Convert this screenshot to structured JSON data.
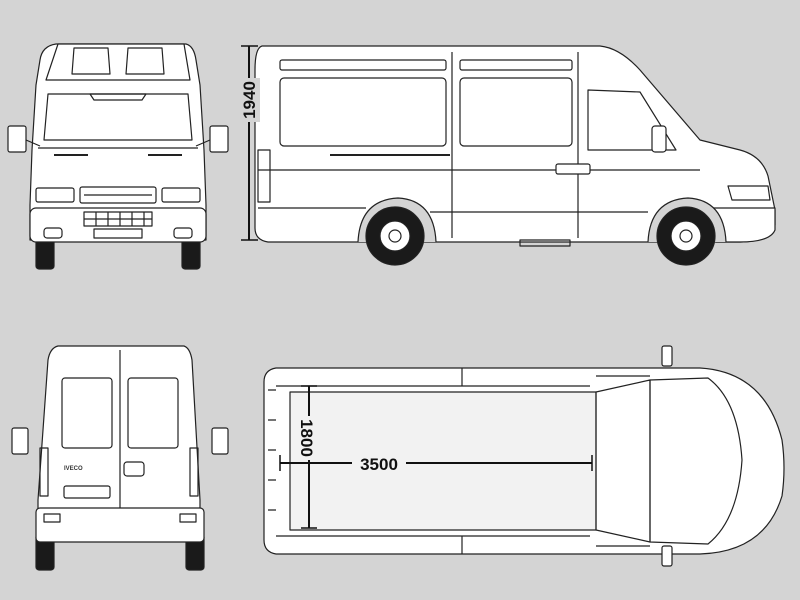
{
  "dimensions": {
    "height": "1940",
    "width": "1800",
    "cargo_length": "3500"
  },
  "rear_badge": "IVECO",
  "colors": {
    "background": "#d4d4d4",
    "body": "#ffffff",
    "line": "#222222",
    "tire": "#1a1a1a"
  }
}
